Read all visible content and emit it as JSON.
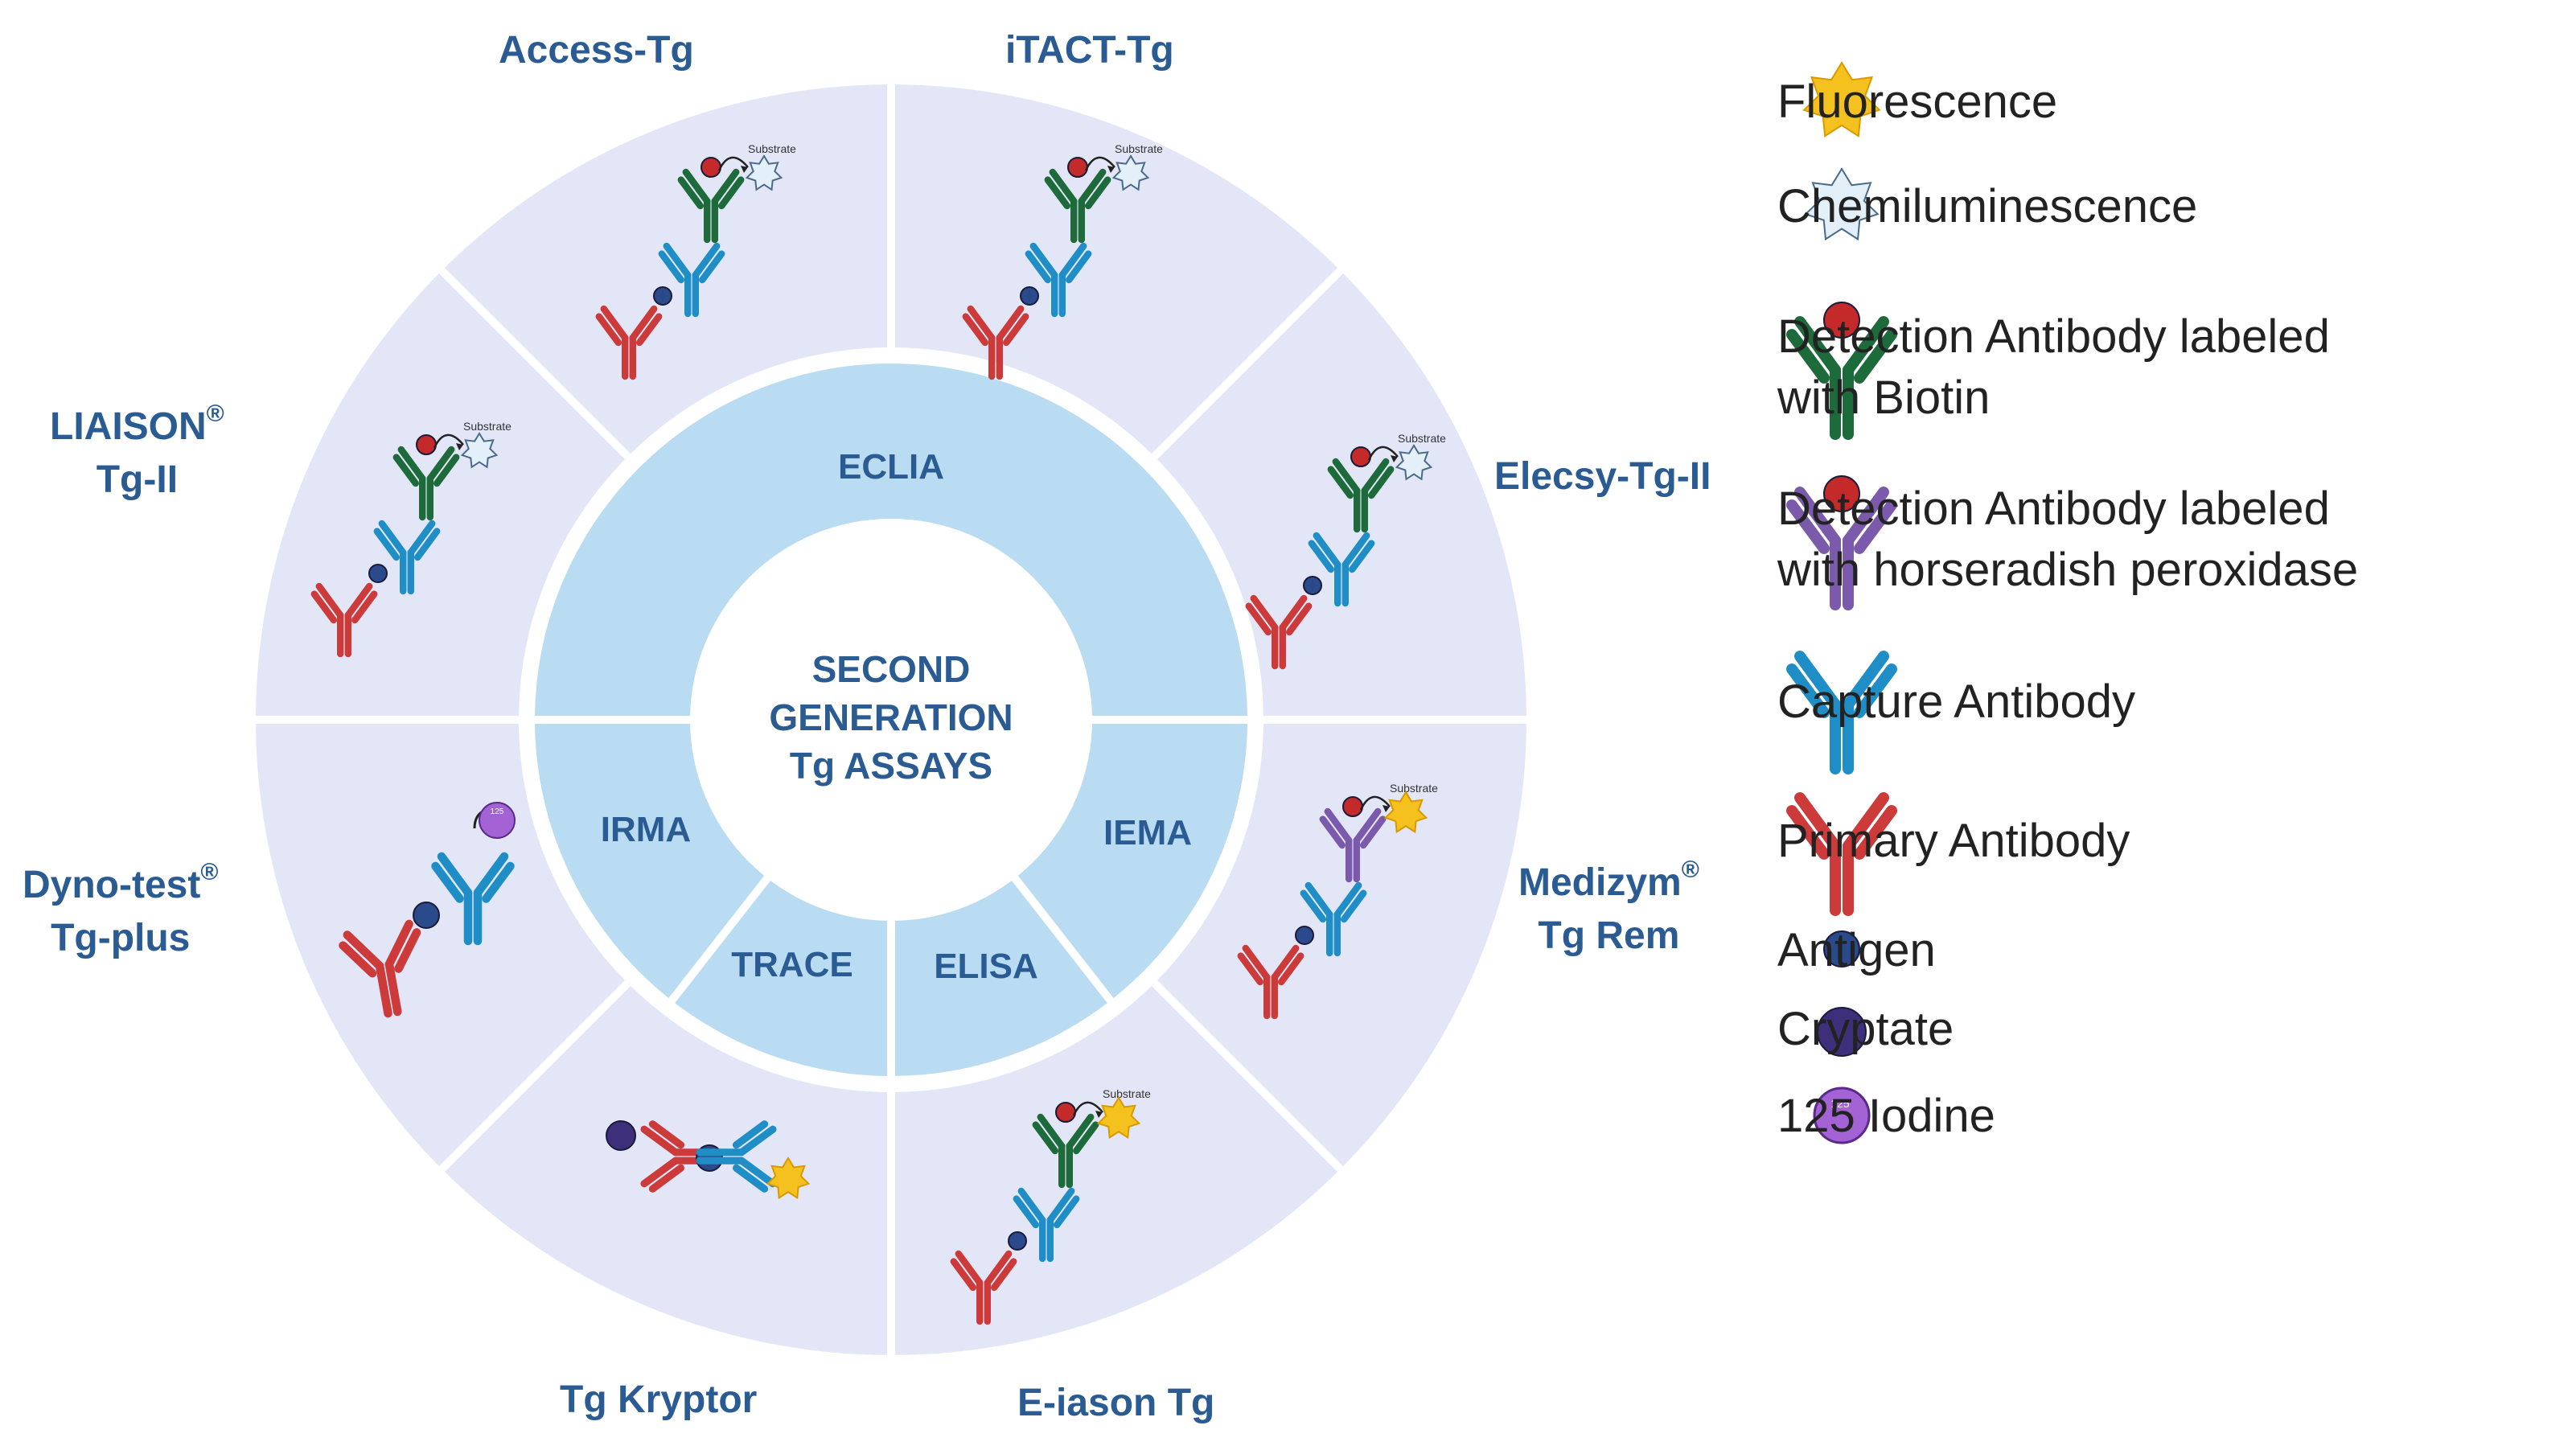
{
  "center": {
    "title_lines": [
      "SECOND",
      "GENERATION",
      "Tg ASSAYS"
    ]
  },
  "techniques": [
    "ECLIA",
    "IEMA",
    "ELISA",
    "TRACE",
    "IRMA"
  ],
  "substrate_label": "Substrate",
  "iodine_symbol": "125",
  "assays": [
    {
      "name": "Access-Tg",
      "reg": ""
    },
    {
      "name": "iTACT-Tg",
      "reg": ""
    },
    {
      "name": "Elecsy-Tg-II",
      "reg": ""
    },
    {
      "name": "Medizym",
      "reg": "®",
      "line2": "Tg Rem"
    },
    {
      "name": "E-iason Tg",
      "reg": ""
    },
    {
      "name": "Tg Kryptor",
      "reg": ""
    },
    {
      "name": "Dyno-test",
      "reg": "®",
      "line2": "Tg-plus"
    },
    {
      "name": "LIAISON",
      "reg": "®",
      "line2": "Tg-II"
    }
  ],
  "legend": [
    {
      "icon": "fluorescence-star-icon",
      "label": "Fluorescence"
    },
    {
      "icon": "chemiluminescence-star-icon",
      "label": "Chemiluminescence"
    },
    {
      "icon": "biotin-detection-antibody-icon",
      "label_lines": [
        "Detection Antibody labeled",
        "with Biotin"
      ]
    },
    {
      "icon": "hrp-detection-antibody-icon",
      "label_lines": [
        "Detection Antibody labeled",
        "with horseradish peroxidase"
      ]
    },
    {
      "icon": "capture-antibody-icon",
      "label": "Capture Antibody"
    },
    {
      "icon": "primary-antibody-icon",
      "label": "Primary Antibody"
    },
    {
      "icon": "antigen-icon",
      "label": "Antigen"
    },
    {
      "icon": "cryptate-icon",
      "label": "Cryptate"
    },
    {
      "icon": "iodine-icon",
      "label": "125 Iodine"
    }
  ],
  "colors": {
    "outer_ring": "#e3e6f7",
    "inner_ring": "#b9dcf2",
    "separator": "#ffffff",
    "label_blue": "#2a5b93",
    "biotin_antibody": "#1d6b3a",
    "hrp_antibody": "#7b5aab",
    "capture_antibody": "#1f8ec7",
    "primary_antibody": "#cc3a3a",
    "antigen": "#2a4a8c",
    "cryptate": "#3e2f7a",
    "iodine": "#a363d4",
    "fluorescence": "#f5c11f",
    "chemiluminescence": "#e3f0fa",
    "detection_label": "#c42a2a"
  }
}
